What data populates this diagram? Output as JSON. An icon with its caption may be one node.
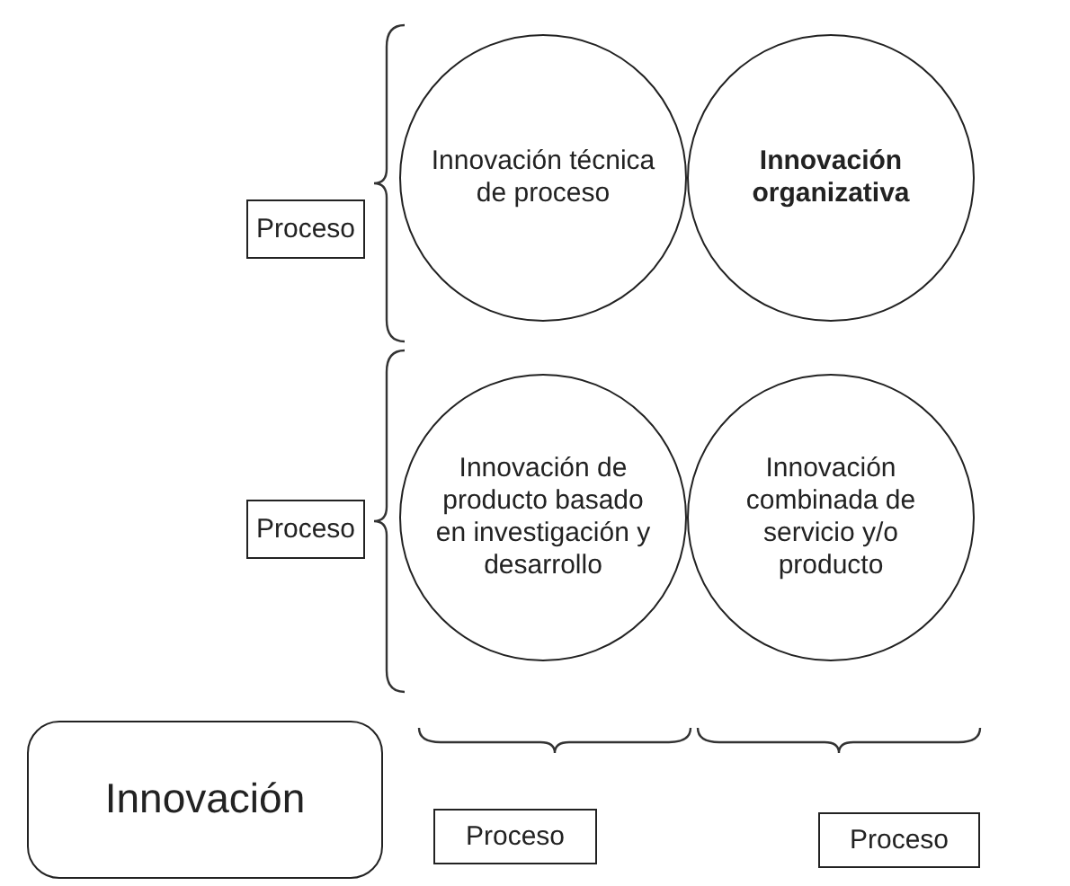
{
  "diagram": {
    "nodes": [
      {
        "text": [
          "Proceso"
        ]
      },
      {
        "text": [
          "Innovación técnica de proceso"
        ]
      },
      {
        "text": [
          "Innovación organizativa"
        ]
      },
      {
        "text": [
          "Proceso"
        ]
      },
      {
        "text": [
          "Innovación de producto basado en investigación y desarrollo"
        ]
      },
      {
        "text": [
          "Innovación combinada de servicio y/o producto"
        ]
      },
      {
        "text": [
          "Innovación"
        ]
      },
      {
        "text": [
          "Proceso"
        ]
      },
      {
        "text": [
          "Proceso"
        ]
      }
    ]
  }
}
